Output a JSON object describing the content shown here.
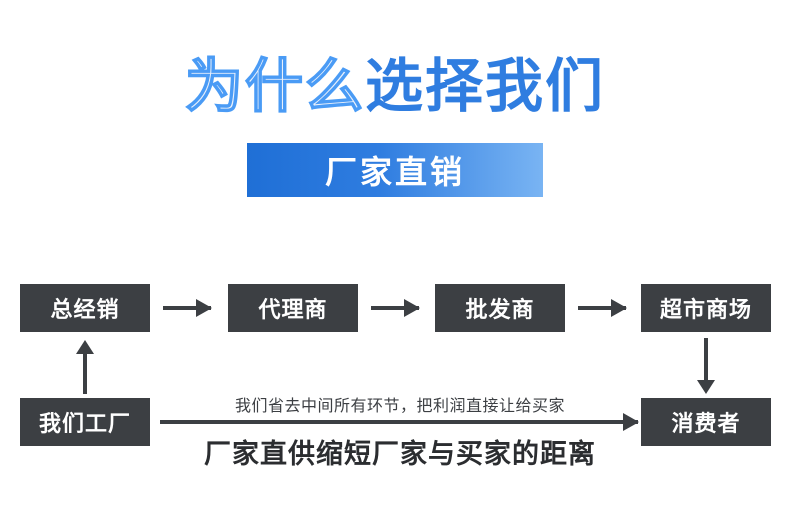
{
  "title": {
    "light_part": "为什么",
    "strong_part": "选择我们",
    "light_color": "#4a9bf5",
    "strong_color": "#2f7de0"
  },
  "banner": {
    "text": "厂家直销",
    "gradient_from": "#1f6fd6",
    "gradient_to": "#79b4f3",
    "text_color": "#ffffff"
  },
  "flow": {
    "node_color": "#3c3f43",
    "node_text_color": "#ffffff",
    "nodes": [
      {
        "id": "zongjingxiao",
        "label": "总经销"
      },
      {
        "id": "dailishang",
        "label": "代理商"
      },
      {
        "id": "pifashang",
        "label": "批发商"
      },
      {
        "id": "chaoshi",
        "label": "超市商场"
      },
      {
        "id": "gongchang",
        "label": "我们工厂"
      },
      {
        "id": "xiaofeizhe",
        "label": "消费者"
      }
    ],
    "long_arrow_caption": "我们省去中间所有环节，把利润直接让给买家"
  },
  "slogan": {
    "text": "厂家直供缩短厂家与买家的距离"
  }
}
